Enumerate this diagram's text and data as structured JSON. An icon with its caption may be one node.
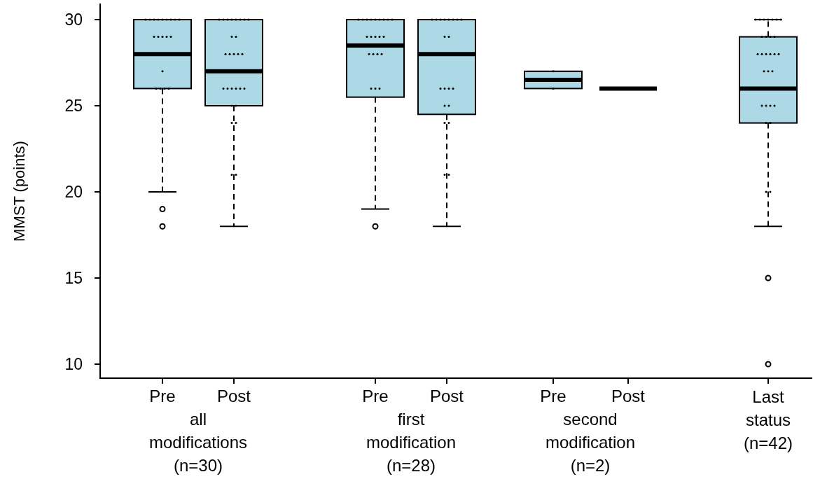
{
  "diagram": {
    "labels": [
      "MMST (points)",
      "30",
      "25",
      "20",
      "15",
      "10",
      "Pre",
      "Post",
      "all modifications (n=30)",
      "Pre",
      "Post",
      "first modification (n=28)",
      "Pre",
      "Post",
      "second modification (n=2)",
      "Last status (n=42)"
    ]
  }
}
